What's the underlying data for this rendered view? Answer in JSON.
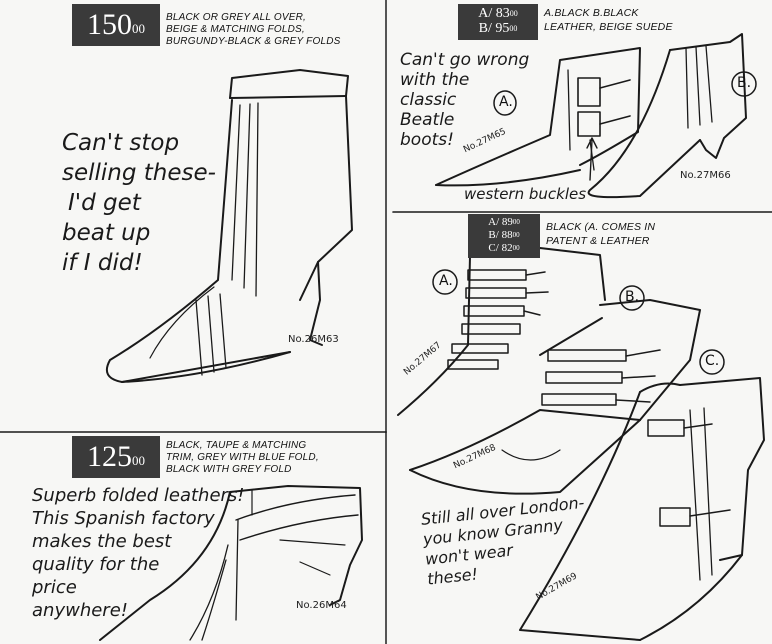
{
  "left_page": {
    "top": {
      "price_main": "150",
      "price_cents": "00",
      "description": [
        "BLACK OR GREY ALL OVER,",
        "BEIGE & MATCHING FOLDS,",
        "BURGUNDY-BLACK & GREY FOLDS"
      ],
      "note": [
        "Can't stop",
        "selling these-",
        "I'd get",
        "beat up",
        "if I did!"
      ],
      "style_no": "No.26M63"
    },
    "bottom": {
      "price_main": "125",
      "price_cents": "00",
      "description": [
        "BLACK, TAUPE & MATCHING",
        "TRIM, GREY WITH BLUE FOLD,",
        "BLACK WITH GREY FOLD"
      ],
      "note": [
        "Superb folded leathers!",
        "This Spanish factory",
        "makes the best",
        "quality for the",
        "price",
        "anywhere!"
      ],
      "style_no": "No.26M64"
    }
  },
  "right_page": {
    "top": {
      "prices": [
        "A/ 83",
        "B/ 95"
      ],
      "price_cents": "00",
      "description": [
        "A.BLACK  B.BLACK",
        "LEATHER, BEIGE SUEDE"
      ],
      "note": [
        "Can't go wrong",
        "with the",
        "classic",
        "Beatle",
        "boots!"
      ],
      "label_a": "A.",
      "label_b": "B.",
      "style_no_a": "No.27M65",
      "style_no_b": "No.27M66",
      "caption": "western buckles"
    },
    "bottom": {
      "prices": [
        "A/ 89",
        "B/ 88",
        "C/ 82"
      ],
      "price_cents": "00",
      "description": [
        "BLACK (A. COMES IN",
        "PATENT & LEATHER"
      ],
      "label_a": "A.",
      "label_b": "B.",
      "label_c": "C.",
      "style_no_a": "No.27M67",
      "style_no_b": "No.27M68",
      "style_no_c": "No.27M69",
      "note": [
        "Still all over London-",
        "you know Granny",
        "won't wear",
        "these!"
      ]
    }
  }
}
